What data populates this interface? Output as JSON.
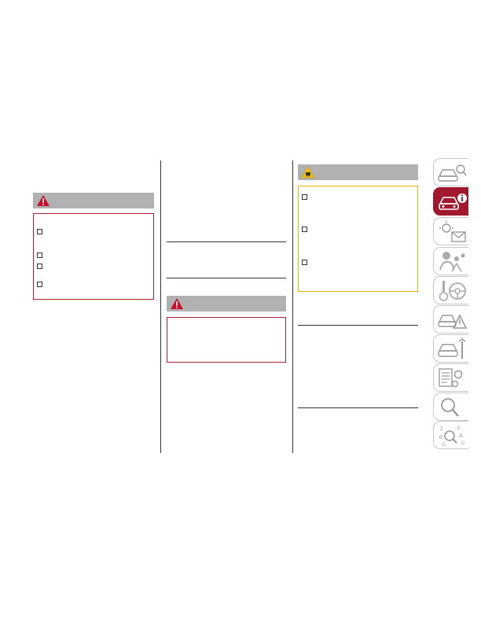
{
  "colors": {
    "warning_red": "#b0203a",
    "caution_yellow": "#e8b400",
    "header_gray": "#b1b1b1",
    "active_tab": "#a0192e"
  },
  "sections": [
    {
      "header_icon": "warning-triangle-icon",
      "box": "red",
      "bullets": 4
    },
    {
      "header_icon": "warning-triangle-icon",
      "box": "red",
      "bullets": 0
    },
    {
      "header_icon": "caution-triangle-icon",
      "box": "yellow",
      "bullets": 3
    }
  ],
  "nav_tabs": [
    {
      "icon": "car-search-icon",
      "active": false
    },
    {
      "icon": "car-info-icon",
      "active": true
    },
    {
      "icon": "warning-lights-message-icon",
      "active": false
    },
    {
      "icon": "safety-airbag-icon",
      "active": false
    },
    {
      "icon": "key-steering-wheel-icon",
      "active": false
    },
    {
      "icon": "car-emergency-icon",
      "active": false
    },
    {
      "icon": "car-maintenance-icon",
      "active": false
    },
    {
      "icon": "technical-data-icon",
      "active": false
    },
    {
      "icon": "search-index-icon",
      "active": false
    },
    {
      "icon": "alphabetical-index-icon",
      "active": false
    }
  ]
}
